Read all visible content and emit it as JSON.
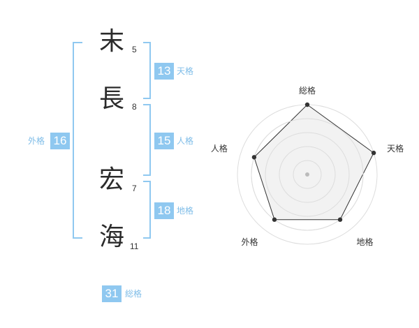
{
  "name": {
    "chars": [
      {
        "char": "末",
        "strokes": "5"
      },
      {
        "char": "長",
        "strokes": "8"
      },
      {
        "char": "宏",
        "strokes": "7"
      },
      {
        "char": "海",
        "strokes": "11"
      }
    ]
  },
  "fortunes": {
    "tenkaku": {
      "value": "13",
      "label": "天格"
    },
    "jinkaku": {
      "value": "15",
      "label": "人格"
    },
    "chikaku": {
      "value": "18",
      "label": "地格"
    },
    "gaikaku": {
      "value": "16",
      "label": "外格"
    },
    "soukaku": {
      "value": "31",
      "label": "総格"
    }
  },
  "radar": {
    "axes": [
      "総格",
      "天格",
      "地格",
      "外格",
      "人格"
    ],
    "levels": 5,
    "values": [
      5,
      5,
      4,
      4,
      4
    ],
    "max": 5,
    "colors": {
      "grid": "#dddddd",
      "fill": "#f0f0f0",
      "line": "#333333",
      "point": "#333333",
      "center": "#bbbbbb"
    }
  },
  "colors": {
    "accent": "#8fc8f0",
    "label": "#7fbde8"
  }
}
